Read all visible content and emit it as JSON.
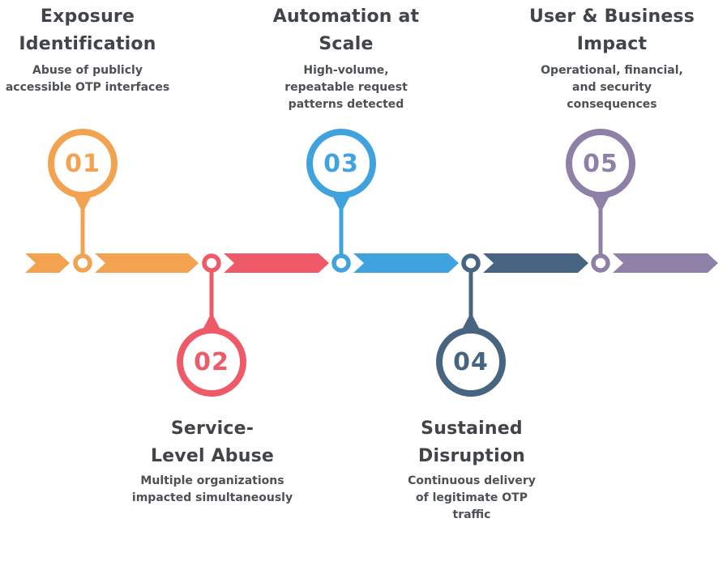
{
  "background_color": "#FFFFFF",
  "text_color": {
    "title": "#414549",
    "subtitle": "#4D5155"
  },
  "steps": [
    {
      "number": "01",
      "title": "Exposure\nIdentification",
      "subtitle": "Abuse of publicly\naccessible OTP interfaces",
      "color": "#F3A24F",
      "position": "top"
    },
    {
      "number": "02",
      "title": "Service-\nLevel Abuse",
      "subtitle": "Multiple organizations\nimpacted simultaneously",
      "color": "#EF5A68",
      "position": "bottom"
    },
    {
      "number": "03",
      "title": "Automation at\nScale",
      "subtitle": "High-volume,\nrepeatable request\npatterns detected",
      "color": "#41A3DE",
      "position": "top"
    },
    {
      "number": "04",
      "title": "Sustained\nDisruption",
      "subtitle": "Continuous delivery\nof legitimate OTP\ntraffic",
      "color": "#476480",
      "position": "bottom"
    },
    {
      "number": "05",
      "title": "User & Business\nImpact",
      "subtitle": "Operational, financial,\nand security\nconsequences",
      "color": "#8E80A6",
      "position": "top"
    }
  ]
}
